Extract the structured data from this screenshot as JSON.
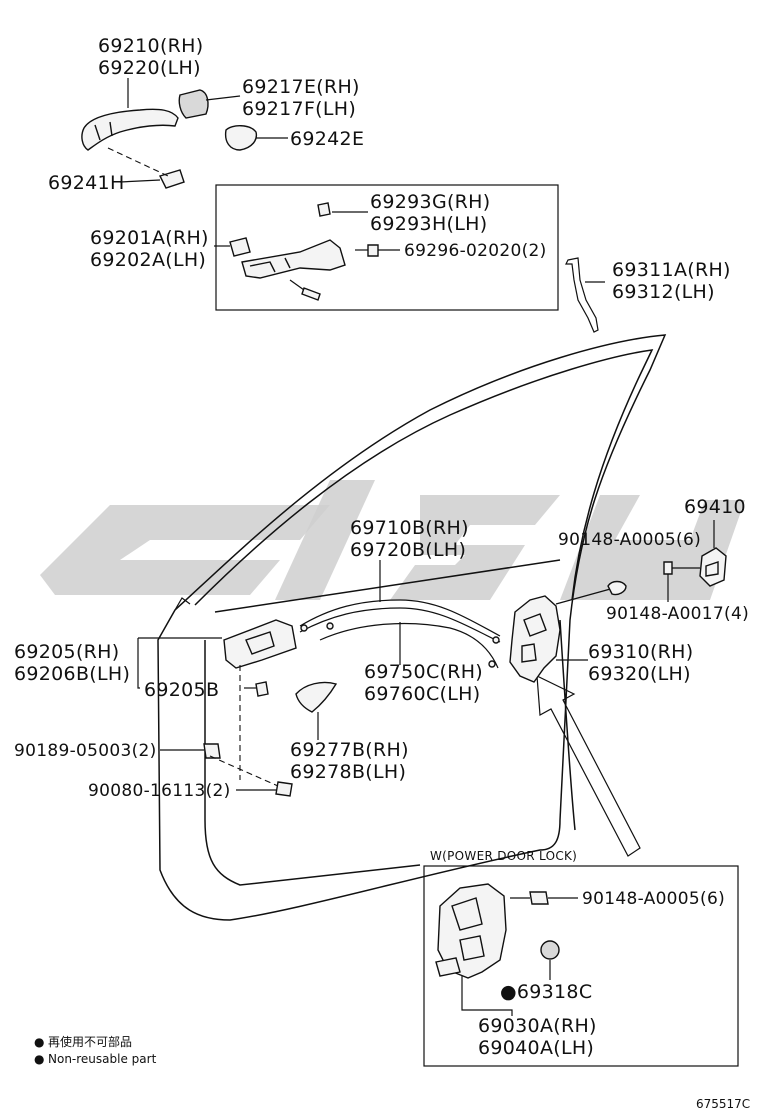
{
  "diagram": {
    "labels": {
      "handle_outer": [
        "69210(RH)",
        "69220(LH)"
      ],
      "handle_cover": [
        "69217E(RH)",
        "69217F(LH)"
      ],
      "handle_pad": "69242E",
      "handle_gasket": "69241H",
      "frame_cover": [
        "69293G(RH)",
        "69293H(LH)"
      ],
      "frame": [
        "69201A(RH)",
        "69202A(LH)"
      ],
      "frame_screw": "69296-02020(2)",
      "rod": [
        "69311A(RH)",
        "69312(LH)"
      ],
      "striker": "69410",
      "striker_bolt": "90148-A0005(6)",
      "striker_screw": "90148-A0017(4)",
      "cable_upper": [
        "69710B(RH)",
        "69720B(LH)"
      ],
      "cable_lower": [
        "69750C(RH)",
        "69760C(LH)"
      ],
      "inner_handle": [
        "69205(RH)",
        "69206B(LH)"
      ],
      "inner_handle_sub": "69205B",
      "lock": [
        "69310(RH)",
        "69320(LH)"
      ],
      "bolt_a": "90189-05003(2)",
      "bolt_b": "90080-16113(2)",
      "bezel": [
        "69277B(RH)",
        "69278B(LH)"
      ],
      "power_box_title": "W(POWER DOOR LOCK)",
      "power_bolt": "90148-A0005(6)",
      "power_item": "●69318C",
      "power_lock": [
        "69030A(RH)",
        "69040A(LH)"
      ]
    },
    "legend": {
      "cn": "再使用不可部品",
      "en": "Non-reusable part",
      "bullet": "●"
    },
    "code": "675517C"
  }
}
